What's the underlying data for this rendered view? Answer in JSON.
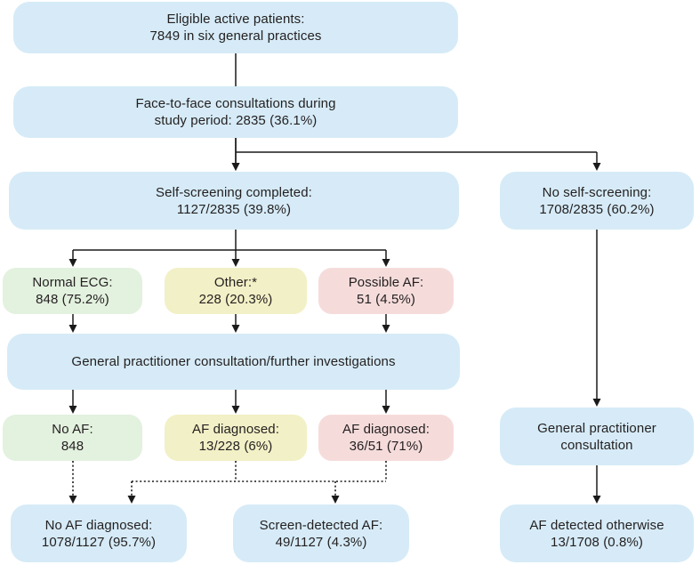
{
  "title": "AF self-screening flowchart",
  "colors": {
    "blue": "#d6ebf7",
    "green": "#e3f1df",
    "yellow": "#f2f0c6",
    "pink": "#f5dcdb",
    "line": "#1a1a1a",
    "text": "#231f20",
    "background": "#ffffff"
  },
  "flowchart": {
    "nodes": {
      "eligible": {
        "line1": "Eligible active patients:",
        "line2": "7849 in six general practices"
      },
      "face_to_face": {
        "line1": "Face-to-face consultations during",
        "line2": "study period: 2835 (36.1%)"
      },
      "self_screening": {
        "line1": "Self-screening completed:",
        "line2": "1127/2835 (39.8%)"
      },
      "no_self_screening": {
        "line1": "No self-screening:",
        "line2": "1708/2835 (60.2%)"
      },
      "normal_ecg": {
        "line1": "Normal ECG:",
        "line2": "848 (75.2%)"
      },
      "other": {
        "line1": "Other:*",
        "line2": "228 (20.3%)"
      },
      "possible_af": {
        "line1": "Possible AF:",
        "line2": "51 (4.5%)"
      },
      "gp_investigations": {
        "line1": "General practitioner consultation/further investigations"
      },
      "no_af": {
        "line1": "No AF:",
        "line2": "848"
      },
      "af_diagnosed_other": {
        "line1": "AF diagnosed:",
        "line2": "13/228 (6%)"
      },
      "af_diagnosed_possible": {
        "line1": "AF diagnosed:",
        "line2": "36/51 (71%)"
      },
      "gp_consultation": {
        "line1": "General practitioner",
        "line2": "consultation"
      },
      "no_af_diagnosed": {
        "line1": "No AF diagnosed:",
        "line2": "1078/1127 (95.7%)"
      },
      "screen_detected_af": {
        "line1": "Screen-detected AF:",
        "line2": "49/1127 (4.3%)"
      },
      "af_detected_otherwise": {
        "line1": "AF detected otherwise",
        "line2": "13/1708 (0.8%)"
      }
    }
  }
}
